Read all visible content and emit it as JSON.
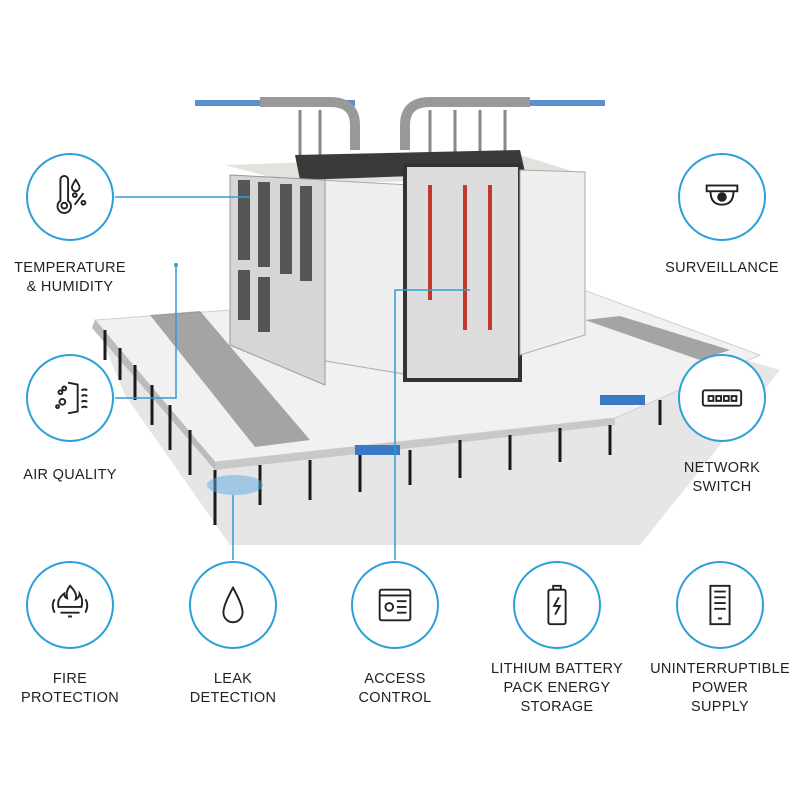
{
  "features": [
    {
      "id": "temperature",
      "label_lines": [
        "TEMPERATURE",
        "& HUMIDITY"
      ],
      "icon": "thermometer-humidity-icon"
    },
    {
      "id": "air",
      "label_lines": [
        "AIR QUALITY"
      ],
      "icon": "air-quality-icon"
    },
    {
      "id": "fire",
      "label_lines": [
        "FIRE",
        "PROTECTION"
      ],
      "icon": "fire-alarm-icon"
    },
    {
      "id": "leak",
      "label_lines": [
        "LEAK",
        "DETECTION"
      ],
      "icon": "water-drop-icon"
    },
    {
      "id": "access",
      "label_lines": [
        "ACCESS",
        "CONTROL"
      ],
      "icon": "access-control-panel-icon"
    },
    {
      "id": "battery",
      "label_lines": [
        "LITHIUM BATTERY",
        "PACK ENERGY",
        "STORAGE"
      ],
      "icon": "battery-icon"
    },
    {
      "id": "ups",
      "label_lines": [
        "UNINTERRUPTIBLE",
        "POWER",
        "SUPPLY"
      ],
      "icon": "ups-cabinet-icon"
    },
    {
      "id": "surveillance",
      "label_lines": [
        "SURVEILLANCE"
      ],
      "icon": "dome-camera-icon"
    },
    {
      "id": "network",
      "label_lines": [
        "NETWORK",
        "SWITCH"
      ],
      "icon": "network-switch-icon"
    }
  ],
  "colors": {
    "accent": "#2a9fd8",
    "icon_stroke": "#222222"
  }
}
